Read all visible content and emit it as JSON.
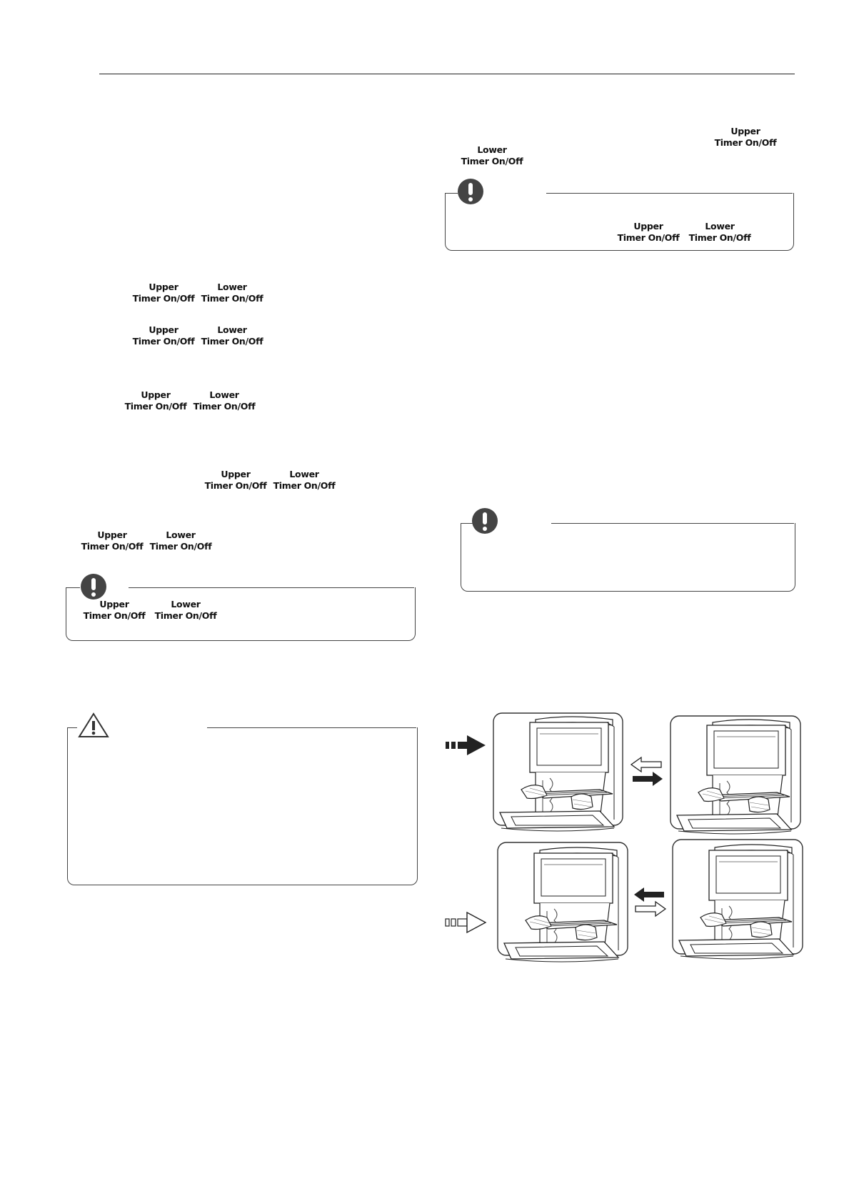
{
  "keys": {
    "upper_line1": "Upper",
    "lower_line1": "Lower",
    "line2": "Timer On/Off"
  },
  "icons": {
    "note": "note-exclamation-icon",
    "caution": "caution-triangle-icon"
  },
  "colors": {
    "line": "#444444",
    "icon_fill": "#444444"
  }
}
